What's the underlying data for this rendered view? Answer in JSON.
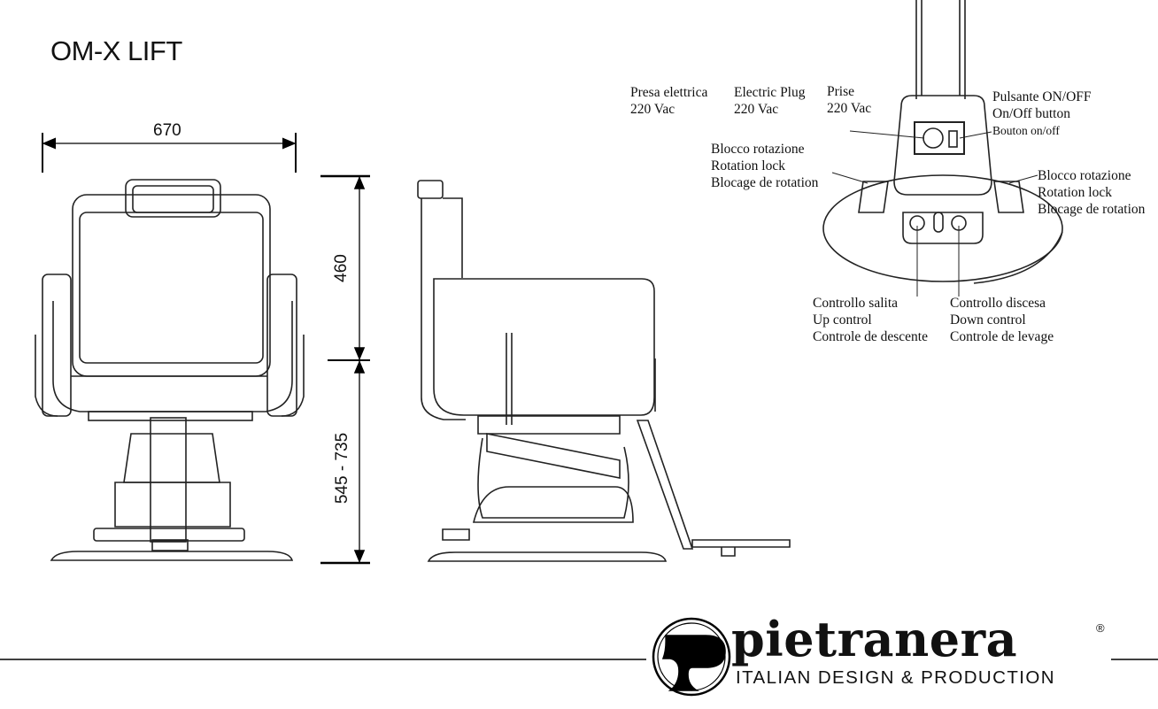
{
  "title": "OM-X LIFT",
  "dimensions": {
    "width": "670",
    "back_height": "460",
    "seat_height": "545 - 735"
  },
  "labels": {
    "plug_it": [
      "Presa elettrica",
      "220 Vac"
    ],
    "plug_en": [
      "Electric Plug",
      "220 Vac"
    ],
    "plug_fr": [
      "Prise",
      "220 Vac"
    ],
    "onoff": [
      "Pulsante ON/OFF",
      "On/Off button",
      "Bouton on/off"
    ],
    "rotation_left": [
      "Blocco rotazione",
      "Rotation lock",
      "Blocage de rotation"
    ],
    "rotation_right": [
      "Blocco rotazione",
      "Rotation lock",
      "Blocage de rotation"
    ],
    "up_control": [
      "Controllo salita",
      "Up control",
      "Controle de descente"
    ],
    "down_control": [
      "Controllo discesa",
      "Down control",
      "Controle de levage"
    ]
  },
  "brand": {
    "name": "pietranera",
    "registered": "®",
    "tagline": "ITALIAN DESIGN & PRODUCTION"
  }
}
